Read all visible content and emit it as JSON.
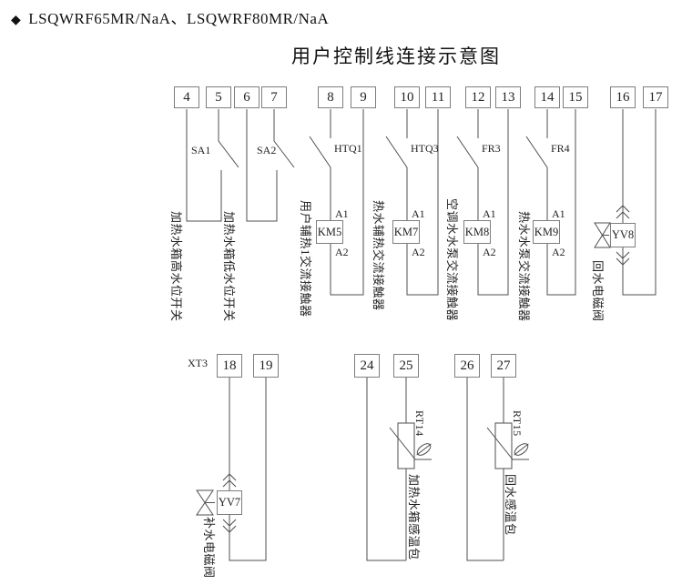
{
  "header": {
    "bullet": "◆",
    "models": "LSQWRF65MR/NaA、LSQWRF80MR/NaA"
  },
  "title": "用户控制线连接示意图",
  "terminal_block_label": "XT3",
  "terminals": {
    "top": [
      "4",
      "5",
      "6",
      "7",
      "8",
      "9",
      "10",
      "11",
      "12",
      "13",
      "14",
      "15",
      "16",
      "17"
    ],
    "bottom": [
      "18",
      "19",
      "24",
      "25",
      "26",
      "27"
    ]
  },
  "switch_labels": {
    "sa1": "SA1",
    "sa2": "SA2",
    "htq1": "HTQ1",
    "htq3": "HTQ3",
    "fr3": "FR3",
    "fr4": "FR4"
  },
  "contactors": {
    "km5": "KM5",
    "km7": "KM7",
    "km8": "KM8",
    "km9": "KM9",
    "coil_top": "A1",
    "coil_bottom": "A2"
  },
  "valves": {
    "yv7": {
      "id": "YV7",
      "label": "补水电磁阀"
    },
    "yv8": {
      "id": "YV8",
      "label": "回水电磁阀"
    }
  },
  "sensors": {
    "rt14": {
      "id": "RT14",
      "label": "加热水箱感温包"
    },
    "rt15": {
      "id": "RT15",
      "label": "回水感温包"
    }
  },
  "circuit_labels": {
    "tank_high_switch": "加热水箱高水位开关",
    "tank_low_switch": "加热水箱低水位开关",
    "user_aux_heat1_contactor": "用户辅热1交流接触器",
    "hot_water_aux_heat_contactor": "热水辅热交流接触器",
    "ac_water_pump_contactor": "空调水水泵交流接触器",
    "hot_water_pump_contactor": "热水水泵交流接触器"
  },
  "colors": {
    "wire": "#4f4f4f",
    "border": "#7e7e7e",
    "text": "#1f1f1f"
  }
}
